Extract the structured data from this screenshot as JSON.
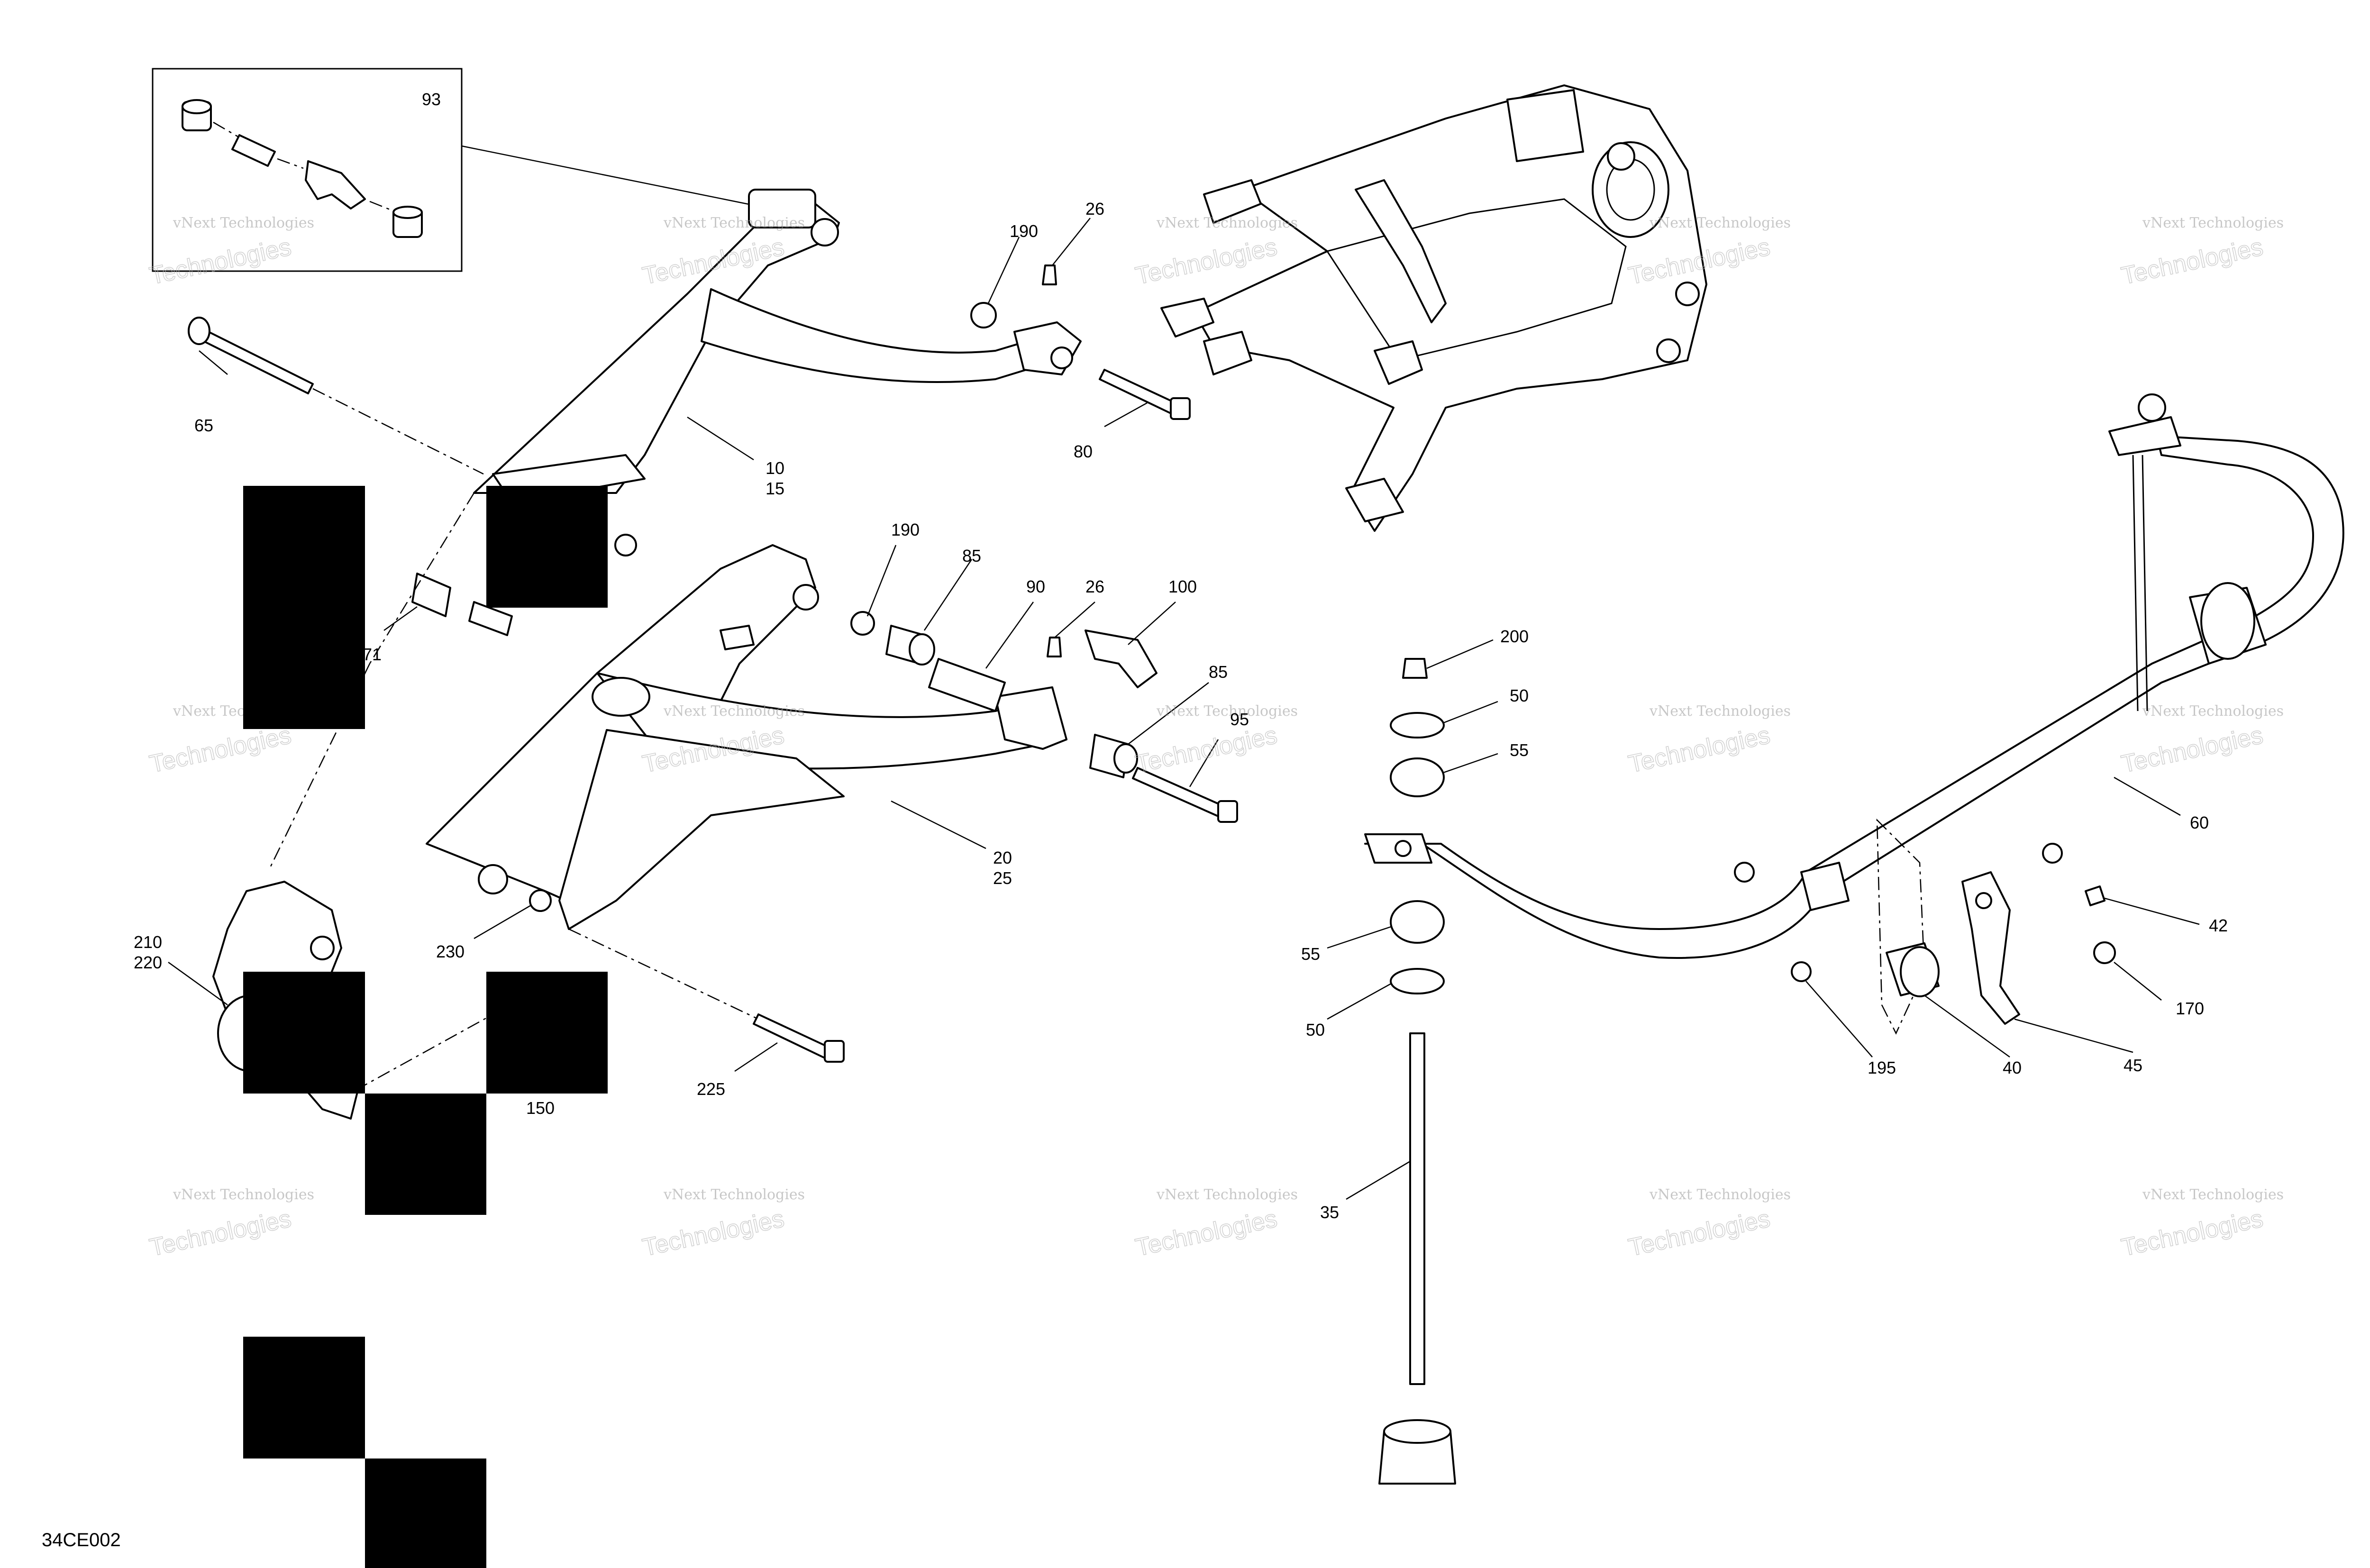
{
  "figure_ref": "34CE002",
  "watermark": {
    "line1": "vNext Technologies",
    "line2": "Technologies",
    "brand": "vNext"
  },
  "callouts": {
    "c93": "93",
    "c65": "65",
    "c10": "10",
    "c15": "15",
    "c190a": "190",
    "c26a": "26",
    "c80": "80",
    "c71": "71",
    "c190b": "190",
    "c85a": "85",
    "c90": "90",
    "c26b": "26",
    "c100": "100",
    "c85b": "85",
    "c95": "95",
    "c20": "20",
    "c25": "25",
    "c230": "230",
    "c210": "210",
    "c220": "220",
    "c150": "150",
    "c225": "225",
    "c200": "200",
    "c50a": "50",
    "c55a": "55",
    "c55b": "55",
    "c50b": "50",
    "c35": "35",
    "c60": "60",
    "c42": "42",
    "c170": "170",
    "c195": "195",
    "c40": "40",
    "c45": "45"
  }
}
